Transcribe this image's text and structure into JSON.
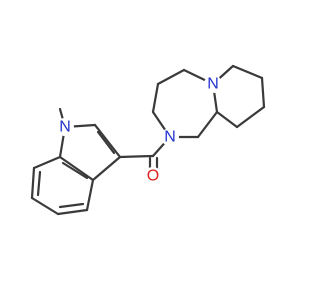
{
  "molecule": {
    "atoms": [
      {
        "id": "n_indole",
        "label": "N",
        "element": "N",
        "color": "#2233cc"
      },
      {
        "id": "n_amide",
        "label": "N",
        "element": "N",
        "color": "#2233cc"
      },
      {
        "id": "n_bridge",
        "label": "N",
        "element": "N",
        "color": "#2233cc"
      },
      {
        "id": "o_carbonyl",
        "label": "O",
        "element": "O",
        "color": "#dd2222"
      }
    ],
    "bond_color": "#3a3a3a"
  }
}
